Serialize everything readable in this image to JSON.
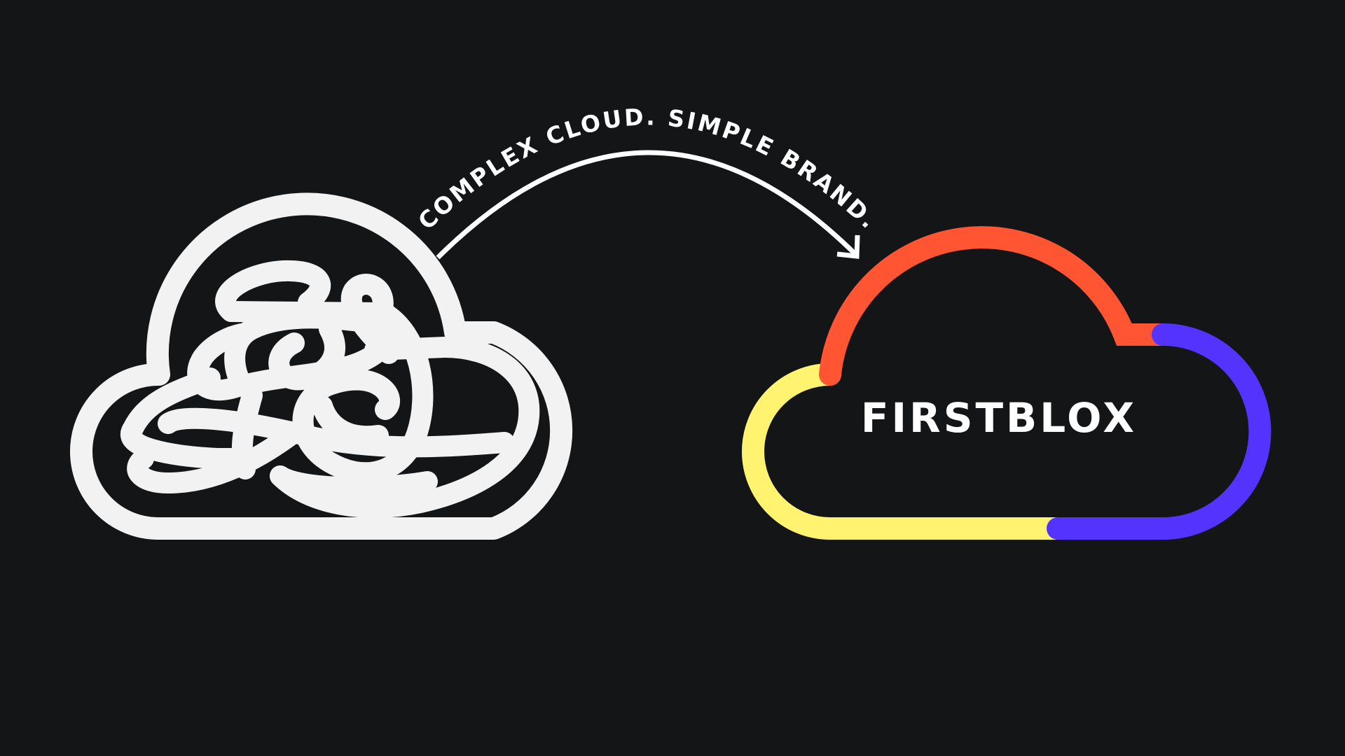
{
  "tagline": "COMPLEX CLOUD. SIMPLE BRAND.",
  "brand": {
    "name": "FIRSTBLOX"
  },
  "colors": {
    "background": "#141517",
    "complex_cloud": "#f2f2f2",
    "arrow": "#ffffff",
    "brand_red": "#ff5533",
    "brand_yellow": "#fff370",
    "brand_purple": "#5533ff",
    "brand_text": "#ffffff"
  },
  "icons": {
    "left": "tangled-cloud-icon",
    "right": "firstblox-cloud-logo",
    "connector": "curved-arrow-icon"
  }
}
